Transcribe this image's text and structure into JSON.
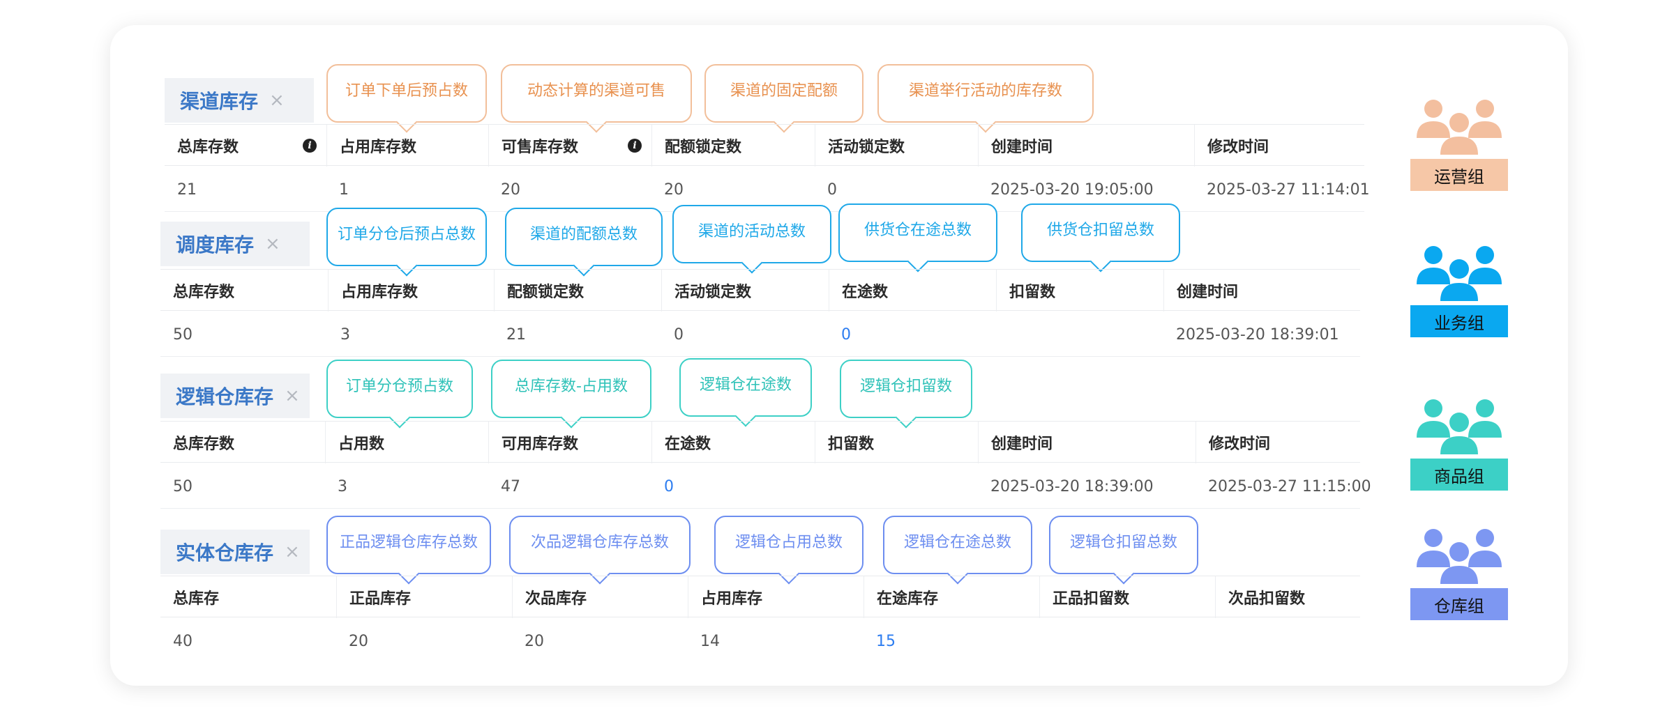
{
  "sections": [
    {
      "title": "渠道库存",
      "close": "×",
      "headers": [
        "总库存数",
        "占用库存数",
        "可售库存数",
        "配额锁定数",
        "活动锁定数",
        "创建时间",
        "修改时间"
      ],
      "values": [
        "21",
        "1",
        "20",
        "20",
        "0",
        "2025-03-20 19:05:00",
        "2025-03-27 11:14:01"
      ],
      "callouts": [
        "订单下单后预占数",
        "动态计算的渠道可售",
        "渠道的固定配额",
        "渠道举行活动的库存数"
      ]
    },
    {
      "title": "调度库存",
      "close": "×",
      "headers": [
        "总库存数",
        "占用库存数",
        "配额锁定数",
        "活动锁定数",
        "在途数",
        "扣留数",
        "创建时间"
      ],
      "values": [
        "50",
        "3",
        "21",
        "0",
        "0",
        "",
        "2025-03-20 18:39:01"
      ],
      "callouts": [
        "订单分仓后预占总数",
        "渠道的配额总数",
        "渠道的活动总数",
        "供货仓在途总数",
        "供货仓扣留总数"
      ]
    },
    {
      "title": "逻辑仓库存",
      "close": "×",
      "headers": [
        "总库存数",
        "占用数",
        "可用库存数",
        "在途数",
        "扣留数",
        "创建时间",
        "修改时间"
      ],
      "values": [
        "50",
        "3",
        "47",
        "0",
        "",
        "2025-03-20 18:39:00",
        "2025-03-27 11:15:00"
      ],
      "callouts": [
        "订单分仓预占数",
        "总库存数-占用数",
        "逻辑仓在途数",
        "逻辑仓扣留数"
      ]
    },
    {
      "title": "实体仓库存",
      "close": "×",
      "headers": [
        "总库存",
        "正品库存",
        "次品库存",
        "占用库存",
        "在途库存",
        "正品扣留数",
        "次品扣留数"
      ],
      "values": [
        "40",
        "20",
        "20",
        "14",
        "15",
        "",
        ""
      ],
      "callouts": [
        "正品逻辑仓库存总数",
        "次品逻辑仓库存总数",
        "逻辑仓占用总数",
        "逻辑仓在途总数",
        "逻辑仓扣留总数"
      ]
    }
  ],
  "groups": [
    {
      "label": "运营组",
      "icon": "people-group-icon",
      "icon_color": "#f3bf9f",
      "label_bg": "#f6c7a7"
    },
    {
      "label": "业务组",
      "icon": "people-group-icon",
      "icon_color": "#0aa8f0",
      "label_bg": "#0aa8f0"
    },
    {
      "label": "商品组",
      "icon": "people-group-icon",
      "icon_color": "#3cd0c6",
      "label_bg": "#3cd0c6"
    },
    {
      "label": "仓库组",
      "icon": "people-group-icon",
      "icon_color": "#7d97f2",
      "label_bg": "#7d97f2"
    }
  ]
}
